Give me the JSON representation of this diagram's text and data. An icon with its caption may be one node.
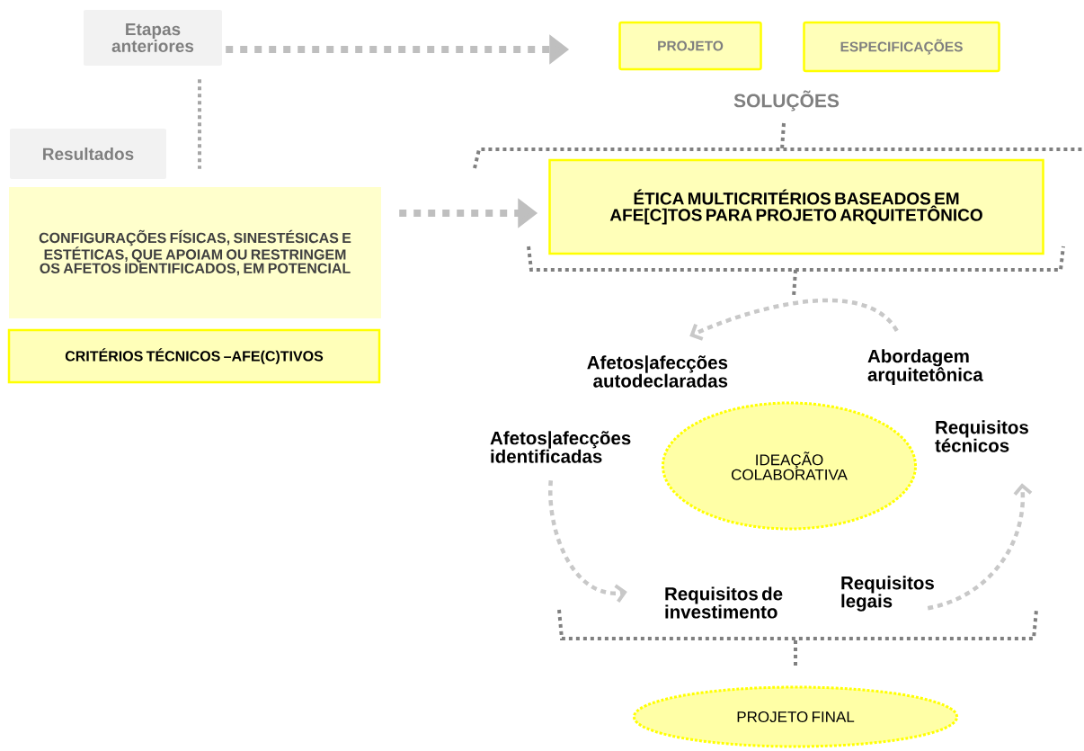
{
  "diagram": {
    "nodes": [
      {
        "text": [
          "Etapas anteriores"
        ]
      },
      {
        "text": [
          "PROJETO"
        ]
      },
      {
        "text": [
          "ESPECIFICAÇÕES"
        ]
      },
      {
        "text": [
          "Resultados"
        ]
      },
      {
        "text": [
          "CONFIGURAÇÕES FÍSICAS, SINESTÉSICAS E ESTÉTICAS, QUE APOIAM OU RESTRINGEM OS AFETOS IDENTIFICADOS, EM POTENCIAL"
        ]
      },
      {
        "text": [
          "CRITÉRIOS TÉCNICOS –AFE(C)TIVOS"
        ]
      },
      {
        "text": [
          "ÉTICA MULTICRITÉRIOS BASEADOS EM AFE[C]TOS PARA PROJETO ARQUITETÔNICO"
        ]
      },
      {
        "text": [
          "IDEAÇÃO COLABORATIVA"
        ]
      },
      {
        "text": [
          "PROJETO FINAL"
        ]
      },
      {
        "text": [
          "Afetos|afecções autodeclaradas"
        ]
      },
      {
        "text": [
          "Abordagem arquitetônica"
        ]
      },
      {
        "text": [
          "Afetos|afecções identificadas"
        ]
      },
      {
        "text": [
          "Requisitos técnicos"
        ]
      },
      {
        "text": [
          "Requisitos de investimento"
        ]
      },
      {
        "text": [
          "Requisitos legais"
        ]
      }
    ],
    "edges": [
      {
        "from": 0,
        "to": 1,
        "arrow": "to"
      },
      {
        "from": 0,
        "to": 4,
        "arrow": "none"
      },
      {
        "from": 4,
        "to": 6,
        "arrow": "to"
      },
      {
        "from": 10,
        "to": 9,
        "arrow": "to"
      },
      {
        "from": 11,
        "to": 13,
        "arrow": "to"
      },
      {
        "from": 14,
        "to": 12,
        "arrow": "to"
      }
    ],
    "labels": [
      "SOLUÇÕES"
    ]
  }
}
